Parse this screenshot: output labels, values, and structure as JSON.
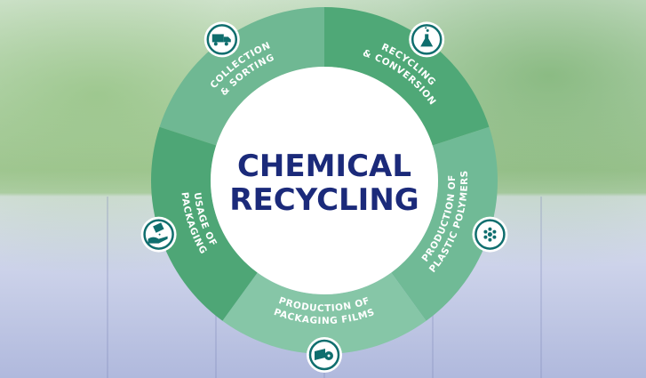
{
  "title_lines": [
    "CHEMICAL",
    "RECYCLING"
  ],
  "colors": {
    "title": "#1b2a7a",
    "icon": "#0f6e6e",
    "ring_border": "#0f6e6e"
  },
  "segments": [
    {
      "lines": [
        "COLLECTION",
        "& SORTING"
      ],
      "icon": "garbage-truck-icon",
      "color": "#6fb893"
    },
    {
      "lines": [
        "RECYCLING",
        "& CONVERSION"
      ],
      "icon": "flask-icon",
      "color": "#4fa877"
    },
    {
      "lines": [
        "PRODUCTION OF",
        "PLASTIC POLYMERS"
      ],
      "icon": "polymer-pellets-icon",
      "color": "#70ba96"
    },
    {
      "lines": [
        "PRODUCTION OF",
        "PACKAGING FILMS"
      ],
      "icon": "film-roll-icon",
      "color": "#86c6a7"
    },
    {
      "lines": [
        "USAGE OF",
        "PACKAGING"
      ],
      "icon": "hand-packaging-icon",
      "color": "#4ea676"
    }
  ]
}
